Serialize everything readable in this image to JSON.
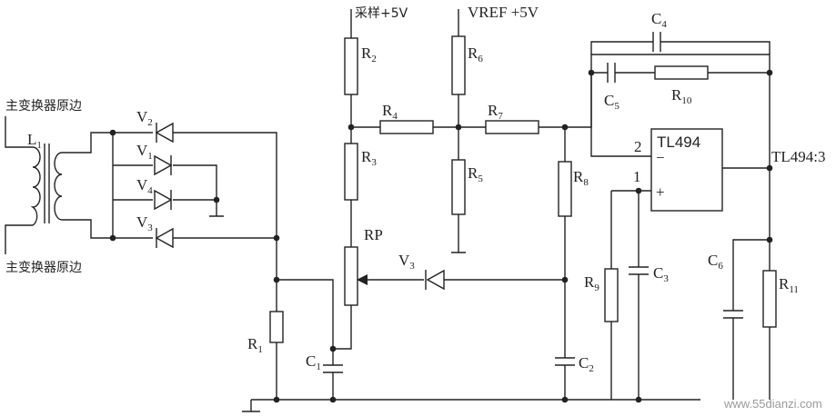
{
  "labels": {
    "transformer_top": "主变换器原边",
    "transformer_bottom": "主变换器原边",
    "sample_supply": "采样+5V",
    "vref_supply": "VREF +5V",
    "ic_name": "TL494",
    "ic_output": "TL494:3",
    "ic_pin_2": "2",
    "ic_pin_1": "1",
    "ic_minus": "−",
    "ic_plus": "+",
    "watermark": "www.55dianzi.com"
  },
  "components": {
    "L1": {
      "letter": "L",
      "sub": "1"
    },
    "V1": {
      "letter": "V",
      "sub": "1"
    },
    "V2": {
      "letter": "V",
      "sub": "2"
    },
    "V3a": {
      "letter": "V",
      "sub": "3"
    },
    "V3b": {
      "letter": "V",
      "sub": "3"
    },
    "V4": {
      "letter": "V",
      "sub": "4"
    },
    "R1": {
      "letter": "R",
      "sub": "1"
    },
    "R2": {
      "letter": "R",
      "sub": "2"
    },
    "R3": {
      "letter": "R",
      "sub": "3"
    },
    "R4": {
      "letter": "R",
      "sub": "4"
    },
    "R5": {
      "letter": "R",
      "sub": "5"
    },
    "R6": {
      "letter": "R",
      "sub": "6"
    },
    "R7": {
      "letter": "R",
      "sub": "7"
    },
    "R8": {
      "letter": "R",
      "sub": "8"
    },
    "R9": {
      "letter": "R",
      "sub": "9"
    },
    "R10": {
      "letter": "R",
      "sub": "10"
    },
    "R11": {
      "letter": "R",
      "sub": "11"
    },
    "C1": {
      "letter": "C",
      "sub": "1"
    },
    "C2": {
      "letter": "C",
      "sub": "2"
    },
    "C3": {
      "letter": "C",
      "sub": "3"
    },
    "C4": {
      "letter": "C",
      "sub": "4"
    },
    "C5": {
      "letter": "C",
      "sub": "5"
    },
    "C6": {
      "letter": "C",
      "sub": "6"
    },
    "RP": {
      "letter": "RP",
      "sub": ""
    }
  }
}
